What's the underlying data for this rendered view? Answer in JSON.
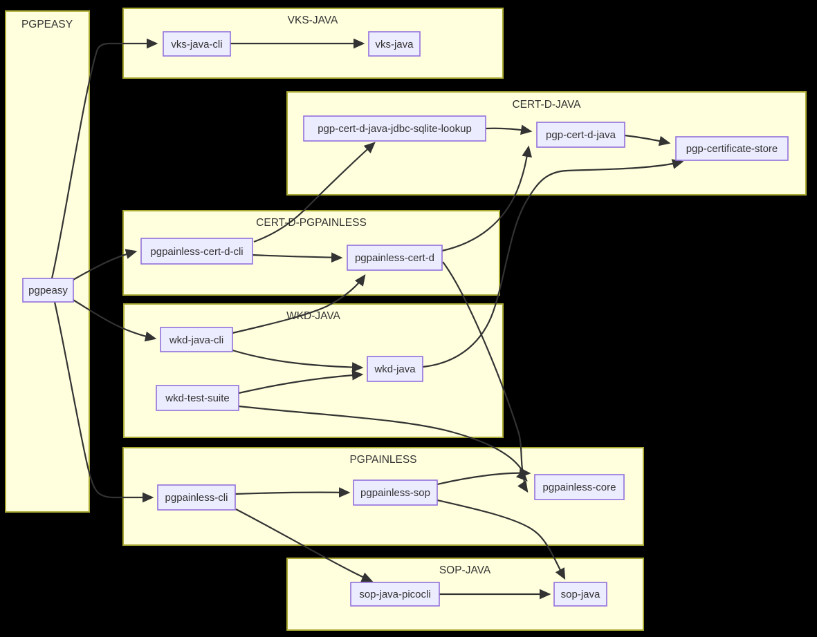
{
  "diagram": {
    "type": "flowchart",
    "direction": "left-to-right",
    "background": "#000000",
    "colors": {
      "cluster_fill": "#ffffde",
      "cluster_border": "#aaaa33",
      "node_fill": "#ECECFF",
      "node_border": "#9370DB",
      "edge": "#333333",
      "text": "#333333"
    },
    "clusters": {
      "pgpeasy": {
        "label": "PGPEASY"
      },
      "vks_java": {
        "label": "VKS-JAVA"
      },
      "cert_d_java": {
        "label": "CERT-D-JAVA"
      },
      "cert_d_pgpainless": {
        "label": "CERT-D-PGPAINLESS"
      },
      "wkd_java": {
        "label": "WKD-JAVA"
      },
      "pgpainless": {
        "label": "PGPAINLESS"
      },
      "sop_java": {
        "label": "SOP-JAVA"
      }
    },
    "nodes": {
      "pgpeasy": {
        "label": "pgpeasy",
        "cluster": "PGPEASY"
      },
      "vks_java_cli": {
        "label": "vks-java-cli",
        "cluster": "VKS-JAVA"
      },
      "vks_java": {
        "label": "vks-java",
        "cluster": "VKS-JAVA"
      },
      "pgp_cert_d_java_jdbc_sqlite_lookup": {
        "label": "pgp-cert-d-java-jdbc-sqlite-lookup",
        "cluster": "CERT-D-JAVA"
      },
      "pgp_cert_d_java": {
        "label": "pgp-cert-d-java",
        "cluster": "CERT-D-JAVA"
      },
      "pgp_certificate_store": {
        "label": "pgp-certificate-store",
        "cluster": "CERT-D-JAVA"
      },
      "pgpainless_cert_d_cli": {
        "label": "pgpainless-cert-d-cli",
        "cluster": "CERT-D-PGPAINLESS"
      },
      "pgpainless_cert_d": {
        "label": "pgpainless-cert-d",
        "cluster": "CERT-D-PGPAINLESS"
      },
      "wkd_java_cli": {
        "label": "wkd-java-cli",
        "cluster": "WKD-JAVA"
      },
      "wkd_test_suite": {
        "label": "wkd-test-suite",
        "cluster": "WKD-JAVA"
      },
      "wkd_java": {
        "label": "wkd-java",
        "cluster": "WKD-JAVA"
      },
      "pgpainless_cli": {
        "label": "pgpainless-cli",
        "cluster": "PGPAINLESS"
      },
      "pgpainless_sop": {
        "label": "pgpainless-sop",
        "cluster": "PGPAINLESS"
      },
      "pgpainless_core": {
        "label": "pgpainless-core",
        "cluster": "PGPAINLESS"
      },
      "sop_java_picocli": {
        "label": "sop-java-picocli",
        "cluster": "SOP-JAVA"
      },
      "sop_java": {
        "label": "sop-java",
        "cluster": "SOP-JAVA"
      }
    },
    "edges": [
      {
        "from": "pgpeasy",
        "to": "vks-java-cli"
      },
      {
        "from": "pgpeasy",
        "to": "pgpainless-cert-d-cli"
      },
      {
        "from": "pgpeasy",
        "to": "wkd-java-cli"
      },
      {
        "from": "pgpeasy",
        "to": "pgpainless-cli"
      },
      {
        "from": "vks-java-cli",
        "to": "vks-java"
      },
      {
        "from": "pgpainless-cert-d-cli",
        "to": "pgp-cert-d-java-jdbc-sqlite-lookup"
      },
      {
        "from": "pgpainless-cert-d-cli",
        "to": "pgpainless-cert-d"
      },
      {
        "from": "pgp-cert-d-java-jdbc-sqlite-lookup",
        "to": "pgp-cert-d-java"
      },
      {
        "from": "pgp-cert-d-java",
        "to": "pgp-certificate-store"
      },
      {
        "from": "pgpainless-cert-d",
        "to": "pgp-cert-d-java"
      },
      {
        "from": "pgpainless-cert-d",
        "to": "pgpainless-core"
      },
      {
        "from": "wkd-java-cli",
        "to": "pgpainless-cert-d"
      },
      {
        "from": "wkd-java-cli",
        "to": "wkd-java"
      },
      {
        "from": "wkd-test-suite",
        "to": "wkd-java"
      },
      {
        "from": "wkd-test-suite",
        "to": "pgpainless-core"
      },
      {
        "from": "wkd-java",
        "to": "pgp-certificate-store"
      },
      {
        "from": "pgpainless-cli",
        "to": "pgpainless-sop"
      },
      {
        "from": "pgpainless-cli",
        "to": "sop-java-picocli"
      },
      {
        "from": "pgpainless-sop",
        "to": "pgpainless-core"
      },
      {
        "from": "pgpainless-sop",
        "to": "sop-java"
      },
      {
        "from": "sop-java-picocli",
        "to": "sop-java"
      }
    ]
  }
}
